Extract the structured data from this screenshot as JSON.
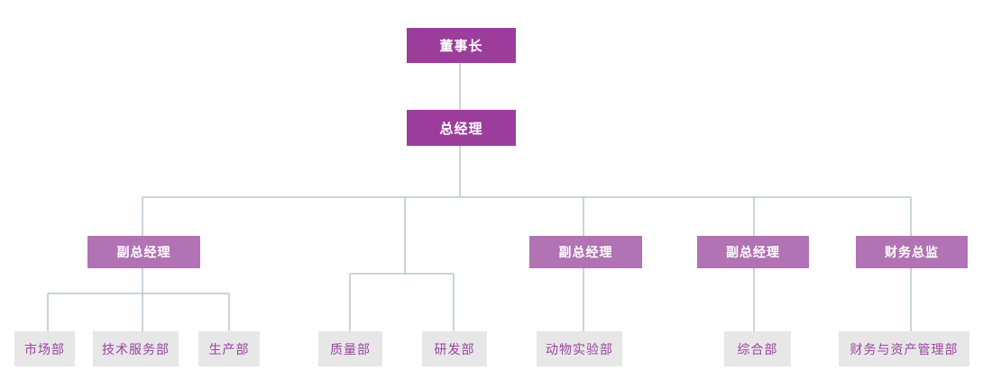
{
  "org_chart": {
    "type": "organization-chart",
    "nodes": {
      "chairman": {
        "label": "董事长",
        "level": 1
      },
      "general_manager": {
        "label": "总经理",
        "level": 2
      },
      "vice_gm_1": {
        "label": "副总经理",
        "level": 3
      },
      "vice_gm_2": {
        "label": "副总经理",
        "level": 3
      },
      "vice_gm_3": {
        "label": "副总经理",
        "level": 3
      },
      "finance_director": {
        "label": "财务总监",
        "level": 3
      },
      "dept_marketing": {
        "label": "市场部",
        "level": 4
      },
      "dept_tech_service": {
        "label": "技术服务部",
        "level": 4
      },
      "dept_production": {
        "label": "生产部",
        "level": 4
      },
      "dept_quality": {
        "label": "质量部",
        "level": 4
      },
      "dept_rnd": {
        "label": "研发部",
        "level": 4
      },
      "dept_animal_lab": {
        "label": "动物实验部",
        "level": 4
      },
      "dept_general_affairs": {
        "label": "综合部",
        "level": 4
      },
      "dept_finance_asset": {
        "label": "财务与资产管理部",
        "level": 4
      }
    },
    "hierarchy": [
      {
        "parent": "董事长",
        "children": [
          "总经理"
        ]
      },
      {
        "parent": "总经理",
        "children": [
          "副总经理(左)",
          "质量部/研发部分支",
          "副总经理(中)",
          "副总经理(右)",
          "财务总监"
        ]
      },
      {
        "parent": "副总经理(左)",
        "children": [
          "市场部",
          "技术服务部",
          "生产部"
        ]
      },
      {
        "parent": "质量部/研发部分支",
        "children": [
          "质量部",
          "研发部"
        ]
      },
      {
        "parent": "副总经理(中)",
        "children": [
          "动物实验部"
        ]
      },
      {
        "parent": "副总经理(右)",
        "children": [
          "综合部"
        ]
      },
      {
        "parent": "财务总监",
        "children": [
          "财务与资产管理部"
        ]
      }
    ],
    "colors": {
      "executive_box_bg": "#9c3d9c",
      "manager_box_bg": "#b173b3",
      "department_box_bg": "#e7e7e7",
      "department_text": "#9a44a0",
      "box_text_light": "#ffffff",
      "connector_line": "#b9c7d1",
      "background": "#ffffff"
    }
  }
}
